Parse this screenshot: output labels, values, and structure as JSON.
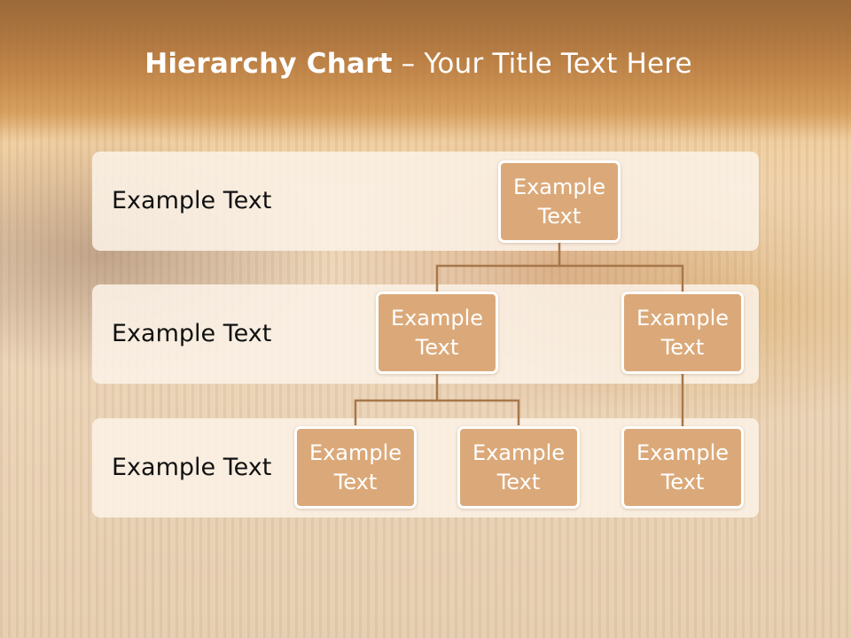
{
  "title": {
    "bold": "Hierarchy Chart",
    "dash": " – ",
    "rest": "Your Title Text Here"
  },
  "rows": [
    {
      "label": "Example Text"
    },
    {
      "label": "Example Text"
    },
    {
      "label": "Example Text"
    }
  ],
  "nodes": {
    "root": {
      "line1": "Example",
      "line2": "Text"
    },
    "level2_left": {
      "line1": "Example",
      "line2": "Text"
    },
    "level2_right": {
      "line1": "Example",
      "line2": "Text"
    },
    "level3_a": {
      "line1": "Example",
      "line2": "Text"
    },
    "level3_b": {
      "line1": "Example",
      "line2": "Text"
    },
    "level3_c": {
      "line1": "Example",
      "line2": "Text"
    }
  },
  "colors": {
    "node_fill": "#dba979",
    "connector": "#a7774a",
    "row_band": "#faf1e6"
  }
}
